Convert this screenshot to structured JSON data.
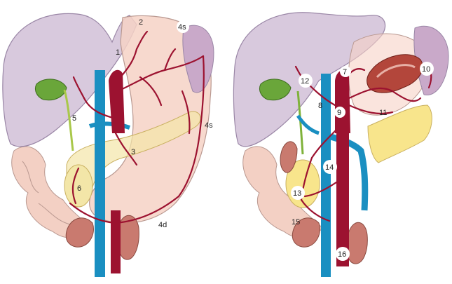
{
  "diagram": {
    "panels": [
      {
        "id": "left",
        "labels": [
          "1",
          "2",
          "3",
          "4s",
          "4s",
          "4d",
          "5",
          "6"
        ]
      },
      {
        "id": "right",
        "labels": [
          "7",
          "8",
          "9",
          "10",
          "11",
          "12",
          "13",
          "14",
          "15",
          "16"
        ]
      }
    ],
    "colors": {
      "liver": "#d8c9dd",
      "liver_edge": "#9a86a6",
      "stomach": "#f6d2c6",
      "stomach_edge": "#b99890",
      "gallbladder": "#6aa63a",
      "pancreas": "#f3e6a8",
      "spleen": "#c9a9c9",
      "intestine": "#f3d0c4",
      "kidney": "#c97a6f",
      "portal_vein": "#1a8fc1",
      "artery": "#9c1230",
      "bile_duct": "#a9c84a"
    }
  }
}
